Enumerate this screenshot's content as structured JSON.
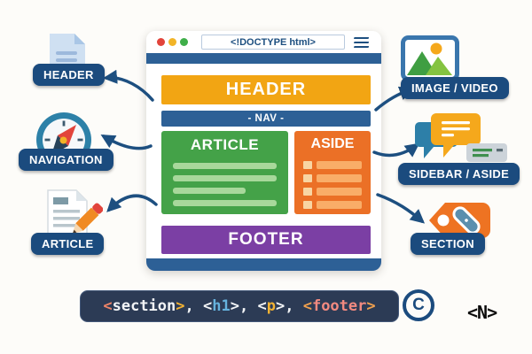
{
  "colors": {
    "navy": "#1d4f80",
    "badge_bg": "#1b4b7e",
    "window_blue": "#2d6096",
    "header_orange": "#f2a513",
    "article_green": "#44a248",
    "aside_orange": "#eb7026",
    "footer_purple": "#7b3fa4",
    "dot_red": "#e2443b",
    "dot_yellow": "#f2b427",
    "dot_green": "#3fae49",
    "code_bar_bg": "#2c3b55"
  },
  "browser_window": {
    "address_bar": "<!DOCTYPE html>",
    "sections": {
      "header": "HEADER",
      "nav": "- NAV -",
      "article": "ARTICLE",
      "aside": "ASIDE",
      "footer": "FOOTER"
    }
  },
  "callouts": {
    "left": [
      {
        "label": "HEADER",
        "icon": "document-icon"
      },
      {
        "label": "NAVIGATION",
        "icon": "compass-icon"
      },
      {
        "label": "ARTICLE",
        "icon": "document-pencil-icon"
      }
    ],
    "right": [
      {
        "label": "IMAGE / VIDEO",
        "icon": "picture-icon"
      },
      {
        "label": "SIDEBAR / ASIDE",
        "icon": "chat-bubbles-icon"
      },
      {
        "label": "SECTION",
        "icon": "tag-icon"
      }
    ]
  },
  "code_bar": {
    "tokens": [
      {
        "text": "<",
        "color": "#ee8468"
      },
      {
        "text": "section",
        "color": "#f2f4f6"
      },
      {
        "text": ">",
        "color": "#f2b233"
      },
      {
        "text": ", ",
        "color": "#f2f4f6"
      },
      {
        "text": "<",
        "color": "#f2f4f6"
      },
      {
        "text": "h1",
        "color": "#66b2dd"
      },
      {
        "text": ">",
        "color": "#f2f4f6"
      },
      {
        "text": ", ",
        "color": "#f2f4f6"
      },
      {
        "text": "<",
        "color": "#f2f4f6"
      },
      {
        "text": "p",
        "color": "#f2b233"
      },
      {
        "text": ">",
        "color": "#f2f4f6"
      },
      {
        "text": ", ",
        "color": "#f2f4f6"
      },
      {
        "text": "<",
        "color": "#f0a04e"
      },
      {
        "text": "footer",
        "color": "#f28a80"
      },
      {
        "text": ">",
        "color": "#f0a04e"
      }
    ]
  },
  "marks": {
    "copyright": "C",
    "brand": "<N>"
  }
}
